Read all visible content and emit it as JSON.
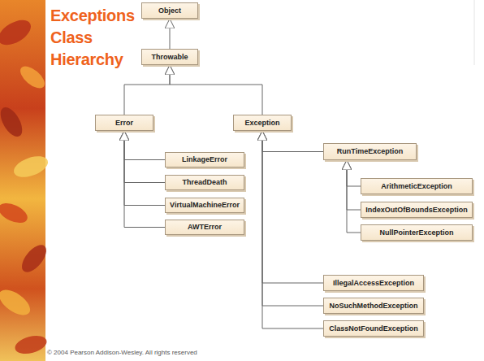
{
  "diagram": {
    "title": "Exceptions Class Hierarchy",
    "nodes": [
      {
        "text": [
          "Object"
        ]
      },
      {
        "text": [
          "Throwable"
        ]
      },
      {
        "text": [
          "Error"
        ]
      },
      {
        "text": [
          "Exception"
        ]
      },
      {
        "text": [
          "LinkageError"
        ]
      },
      {
        "text": [
          "ThreadDeath"
        ]
      },
      {
        "text": [
          "VirtualMachineError"
        ]
      },
      {
        "text": [
          "AWTError"
        ]
      },
      {
        "text": [
          "RunTimeException"
        ]
      },
      {
        "text": [
          "ArithmeticException"
        ]
      },
      {
        "text": [
          "IndexOutOfBoundsException"
        ]
      },
      {
        "text": [
          "NullPointerException"
        ]
      },
      {
        "text": [
          "IllegalAccessException"
        ]
      },
      {
        "text": [
          "NoSuchMethodException"
        ]
      },
      {
        "text": [
          "ClassNotFoundException"
        ]
      }
    ],
    "edges": [
      {
        "from": 1,
        "to": 0,
        "arrow": "to"
      },
      {
        "from": 2,
        "to": 1,
        "arrow": "to"
      },
      {
        "from": 3,
        "to": 1,
        "arrow": "to"
      },
      {
        "from": 4,
        "to": 2,
        "arrow": "to"
      },
      {
        "from": 5,
        "to": 2,
        "arrow": "to"
      },
      {
        "from": 6,
        "to": 2,
        "arrow": "to"
      },
      {
        "from": 7,
        "to": 2,
        "arrow": "to"
      },
      {
        "from": 8,
        "to": 3,
        "arrow": "to"
      },
      {
        "from": 9,
        "to": 8,
        "arrow": "to"
      },
      {
        "from": 10,
        "to": 8,
        "arrow": "to"
      },
      {
        "from": 11,
        "to": 8,
        "arrow": "to"
      },
      {
        "from": 12,
        "to": 3,
        "arrow": "to"
      },
      {
        "from": 13,
        "to": 3,
        "arrow": "to"
      },
      {
        "from": 14,
        "to": 3,
        "arrow": "to"
      }
    ],
    "labels": [
      "© 2004 Pearson Addison-Wesley. All rights reserved"
    ]
  }
}
